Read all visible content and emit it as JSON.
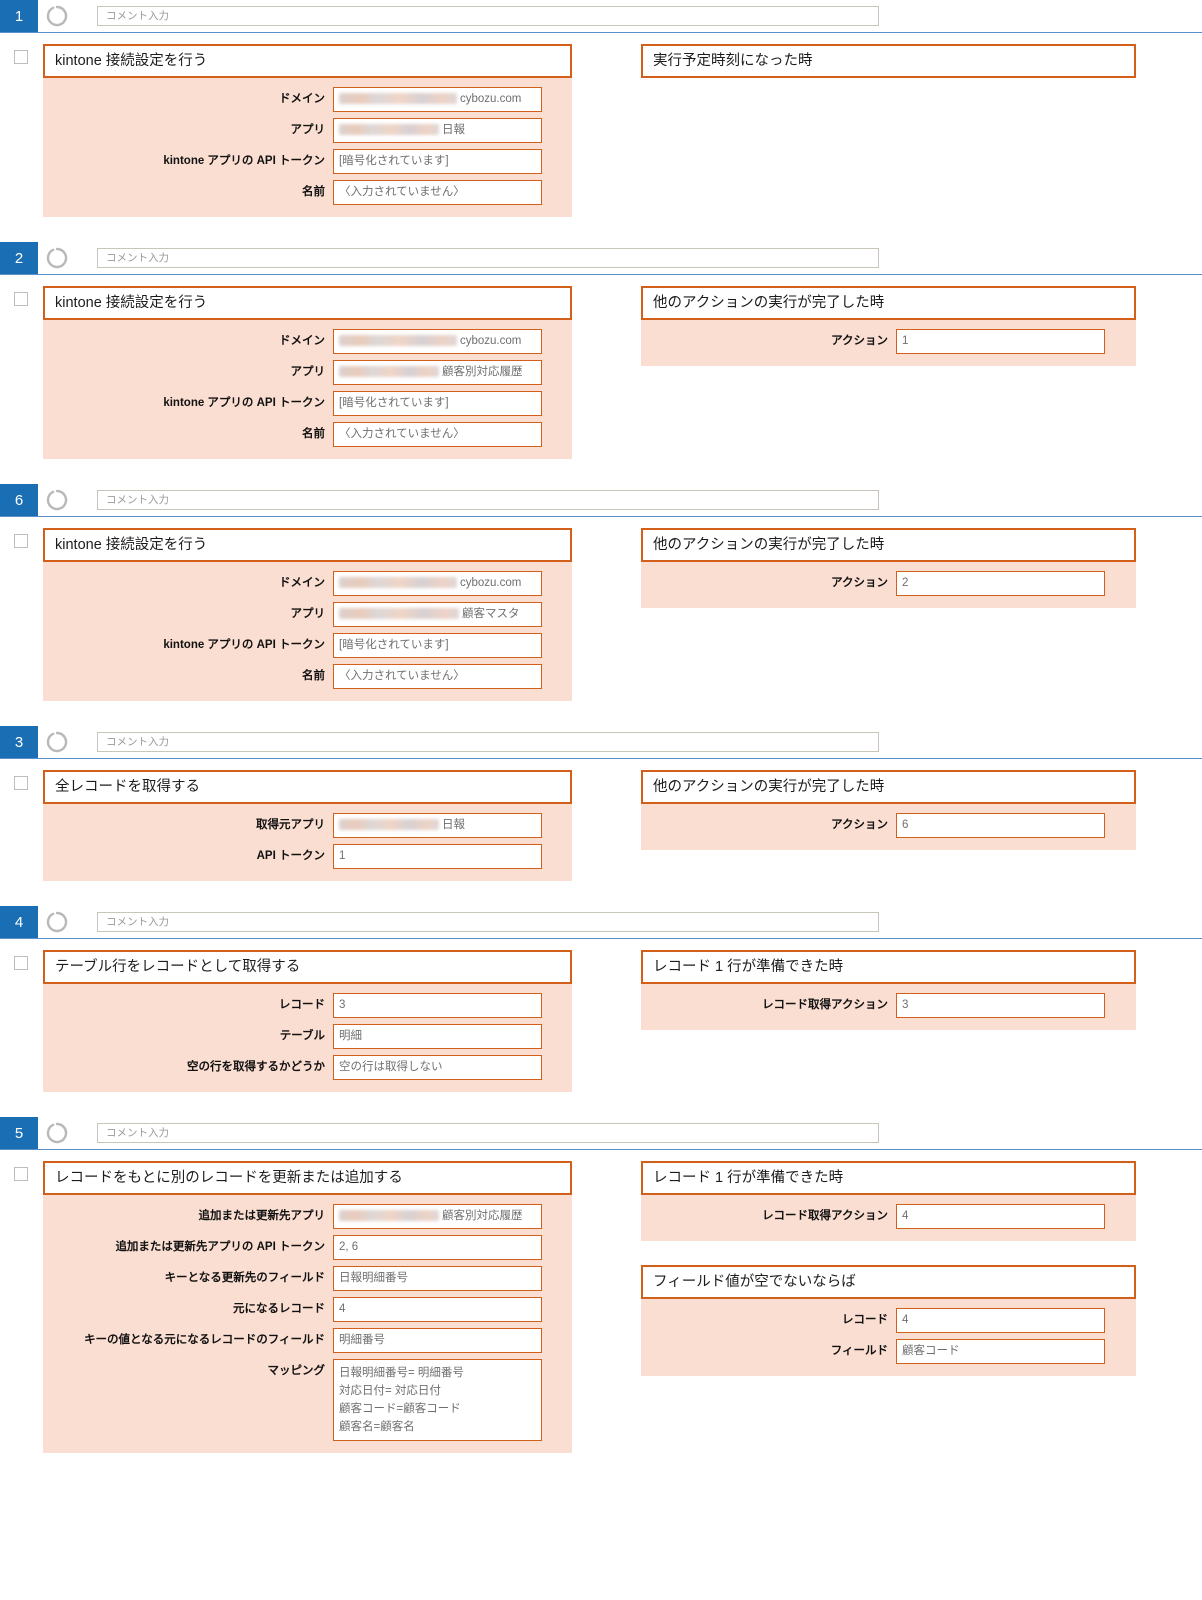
{
  "ui": {
    "comment_placeholder": "コメント入力",
    "status_icon": "loading-ring-icon",
    "accent_color": "#d2601a",
    "panel_color": "#fbded2",
    "badge_color": "#1a6eb4"
  },
  "steps": [
    {
      "number": "1",
      "comment_placeholder": "コメント入力",
      "action": {
        "title": "kintone 接続設定を行う",
        "fields": [
          {
            "label": "ドメイン",
            "value": "cybozu.com",
            "redacted": "w-domain",
            "redacted_position": "before"
          },
          {
            "label": "アプリ",
            "value": "日報",
            "redacted": "w-app",
            "redacted_position": "before"
          },
          {
            "label": "kintone アプリの API トークン",
            "value": "[暗号化されています]"
          },
          {
            "label": "名前",
            "value": "〈入力されていません〉"
          }
        ]
      },
      "triggers": [
        {
          "title": "実行予定時刻になった時",
          "fields": []
        }
      ]
    },
    {
      "number": "2",
      "comment_placeholder": "コメント入力",
      "action": {
        "title": "kintone 接続設定を行う",
        "fields": [
          {
            "label": "ドメイン",
            "value": "cybozu.com",
            "redacted": "w-domain",
            "redacted_position": "before"
          },
          {
            "label": "アプリ",
            "value": "顧客別対応履歴",
            "redacted": "w-app",
            "redacted_position": "before"
          },
          {
            "label": "kintone アプリの API トークン",
            "value": "[暗号化されています]"
          },
          {
            "label": "名前",
            "value": "〈入力されていません〉"
          }
        ]
      },
      "triggers": [
        {
          "title": "他のアクションの実行が完了した時",
          "fields": [
            {
              "label": "アクション",
              "value": "1"
            }
          ]
        }
      ]
    },
    {
      "number": "6",
      "comment_placeholder": "コメント入力",
      "action": {
        "title": "kintone 接続設定を行う",
        "fields": [
          {
            "label": "ドメイン",
            "value": "cybozu.com",
            "redacted": "w-domain",
            "redacted_position": "before"
          },
          {
            "label": "アプリ",
            "value": "顧客マスタ",
            "redacted": "w-app2",
            "redacted_position": "before"
          },
          {
            "label": "kintone アプリの API トークン",
            "value": "[暗号化されています]"
          },
          {
            "label": "名前",
            "value": "〈入力されていません〉"
          }
        ]
      },
      "triggers": [
        {
          "title": "他のアクションの実行が完了した時",
          "fields": [
            {
              "label": "アクション",
              "value": "2"
            }
          ]
        }
      ]
    },
    {
      "number": "3",
      "comment_placeholder": "コメント入力",
      "action": {
        "title": "全レコードを取得する",
        "fields": [
          {
            "label": "取得元アプリ",
            "value": "日報",
            "redacted": "w-app",
            "redacted_position": "before"
          },
          {
            "label": "API トークン",
            "value": "1"
          }
        ]
      },
      "triggers": [
        {
          "title": "他のアクションの実行が完了した時",
          "fields": [
            {
              "label": "アクション",
              "value": "6"
            }
          ]
        }
      ]
    },
    {
      "number": "4",
      "comment_placeholder": "コメント入力",
      "action": {
        "title": "テーブル行をレコードとして取得する",
        "fields": [
          {
            "label": "レコード",
            "value": "3"
          },
          {
            "label": "テーブル",
            "value": "明細"
          },
          {
            "label": "空の行を取得するかどうか",
            "value": "空の行は取得しない"
          }
        ]
      },
      "triggers": [
        {
          "title": "レコード 1 行が準備できた時",
          "fields": [
            {
              "label": "レコード取得アクション",
              "value": "3"
            }
          ]
        }
      ]
    },
    {
      "number": "5",
      "comment_placeholder": "コメント入力",
      "action": {
        "title": "レコードをもとに別のレコードを更新または追加する",
        "fields": [
          {
            "label": "追加または更新先アプリ",
            "value": "顧客別対応履歴",
            "redacted": "w-app",
            "redacted_position": "before"
          },
          {
            "label": "追加または更新先アプリの API トークン",
            "value": "2, 6"
          },
          {
            "label": "キーとなる更新先のフィールド",
            "value": "日報明細番号"
          },
          {
            "label": "元になるレコード",
            "value": "4"
          },
          {
            "label": "キーの値となる元になるレコードのフィールド",
            "value": "明細番号"
          },
          {
            "label": "マッピング",
            "lines": [
              "日報明細番号= 明細番号",
              "対応日付= 対応日付",
              "顧客コード=顧客コード",
              "顧客名=顧客名"
            ]
          }
        ]
      },
      "triggers": [
        {
          "title": "レコード 1 行が準備できた時",
          "fields": [
            {
              "label": "レコード取得アクション",
              "value": "4"
            }
          ]
        },
        {
          "title": "フィールド値が空でないならば",
          "fields": [
            {
              "label": "レコード",
              "value": "4"
            },
            {
              "label": "フィールド",
              "value": "顧客コード"
            }
          ]
        }
      ]
    }
  ]
}
